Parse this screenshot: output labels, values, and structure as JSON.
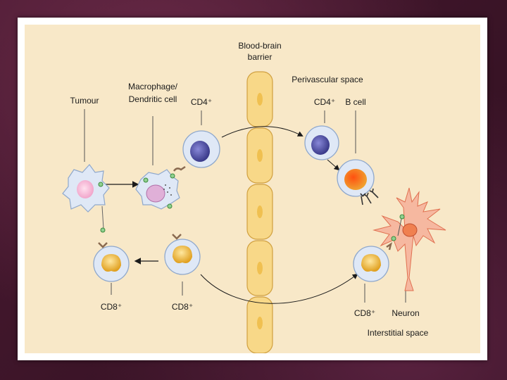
{
  "labels": {
    "bbb_line1": "Blood-brain",
    "bbb_line2": "barrier",
    "perivascular": "Perivascular space",
    "tumour": "Tumour",
    "macrophage_line1": "Macrophage/",
    "macrophage_line2": "Dendritic cell",
    "cd4_left": "CD4⁺",
    "cd4_right": "CD4⁺",
    "b_cell": "B cell",
    "cd8_left": "CD8⁺",
    "cd8_mid": "CD8⁺",
    "cd8_right": "CD8⁺",
    "neuron": "Neuron",
    "interstitial": "Interstitial space"
  }
}
